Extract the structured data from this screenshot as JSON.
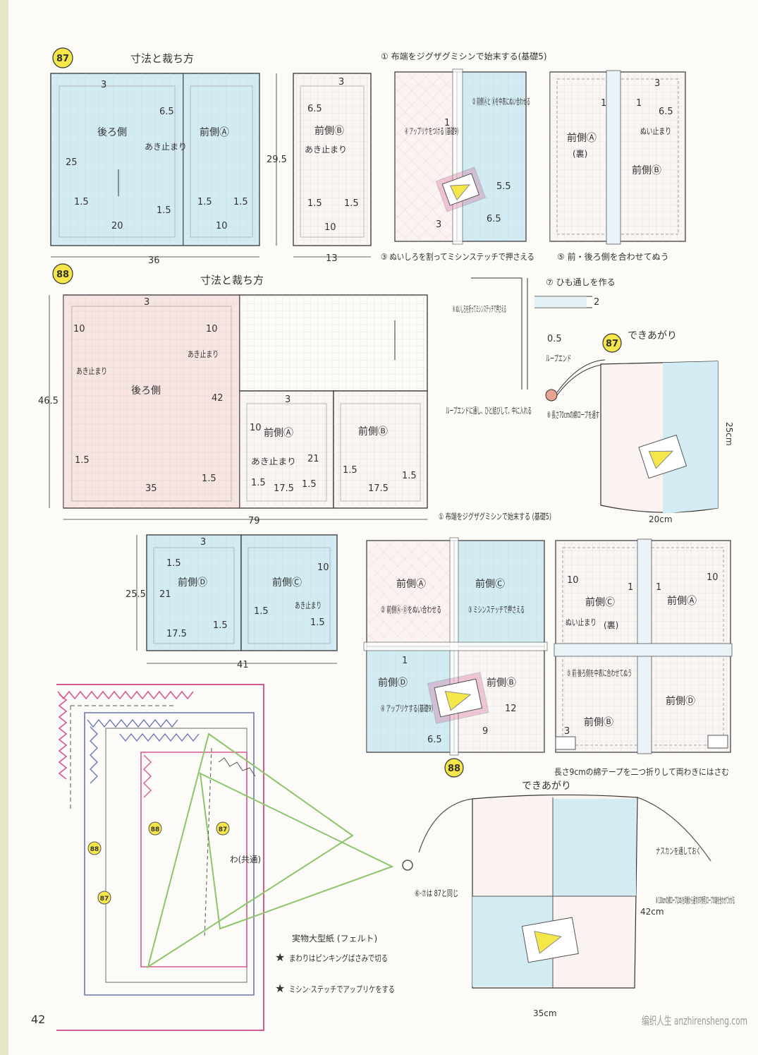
{
  "page_number": "42",
  "watermark": "编织人生 anzhirensheng.com",
  "colors": {
    "blue": "#d3ecf3",
    "pink": "#f8e4e0",
    "badge": "#f5e64a",
    "felt_green": "#8cc56b",
    "felt_pink": "#d55a92",
    "felt_blue": "#6a78b5"
  },
  "p87": {
    "badge": "87",
    "title": "寸法と裁ち方",
    "back": {
      "name": "後ろ側",
      "margin_top": "3",
      "opening_d": "6.5",
      "opening": "あき止まり",
      "side": "25",
      "seam_l": "1.5",
      "seam_r": "1.5",
      "bottom": "20"
    },
    "frontA": {
      "name": "前側Ⓐ",
      "seam_l": "1.5",
      "seam_r": "1.5",
      "bottom": "10"
    },
    "width_total": "36",
    "height_total": "29.5",
    "frontB": {
      "name": "前側Ⓑ",
      "margin_top": "3",
      "opening_d": "6.5",
      "opening": "あき止まり",
      "seam_l": "1.5",
      "seam_r": "1.5",
      "bottom": "10",
      "width": "13"
    },
    "step1": "① 布端をジグザグミシンで始末する(基礎5)",
    "step2": "② 前側Ⓐと Ⓑを中表にぬい合わせる",
    "step3": "③ ぬいしろを割ってミシンステッチで押さえる",
    "step4": "④ アップリケをつける (基礎9)",
    "step5": "⑤ 前・後ろ側を合わせてぬう",
    "step6": "⑥ ぬいしろを折ってミシンステッチで押さえる",
    "step7": "⑦ ひも通しを作る",
    "step8": "⑧ 長さ70cmの綿ロープを通す",
    "loop_end": "ループエンド",
    "loop_note": "ループエンドに通し、ひと結びして、中に入れる",
    "finished": "できあがり",
    "finished_w": "20cm",
    "finished_h": "25cm",
    "dims": {
      "one": "1",
      "five_five": "5.5",
      "six_five": "6.5",
      "three": "3",
      "two": "2",
      "half": "0.5",
      "three2": "3",
      "fa": "前側Ⓐ",
      "fb": "前側Ⓑ",
      "ura": "(裏)",
      "nui": "ぬい止まり",
      "sixfive2": "6.5",
      "one_a": "1",
      "one_b": "1"
    }
  },
  "p88": {
    "badge": "88",
    "title": "寸法と裁ち方",
    "back": {
      "name": "後ろ側",
      "top": "3",
      "left_d": "10",
      "right_d": "10",
      "opening_l": "あき止まり",
      "opening_r": "あき止まり",
      "height": "42",
      "seam": "1.5",
      "seam_r": "1.5",
      "bottom": "35"
    },
    "height_total": "46.5",
    "width_total": "79",
    "frontA": {
      "name": "前側Ⓐ",
      "top": "3",
      "d": "10",
      "opening": "あき止まり",
      "height": "21",
      "seam_l": "1.5",
      "seam_r": "1.5",
      "bottom": "17.5"
    },
    "frontB": {
      "name": "前側Ⓑ",
      "seam_l": "1.5",
      "seam_r": "1.5",
      "bottom": "17.5"
    },
    "frontD": {
      "name": "前側Ⓓ",
      "top": "3",
      "seam_top": "1.5",
      "height": "21",
      "seam_r": "1.5",
      "bottom": "17.5"
    },
    "frontC": {
      "name": "前側Ⓒ",
      "d": "10",
      "opening": "あき止まり",
      "seam_l": "1.5",
      "seam_r": "1.5"
    },
    "dc_height": "25.5",
    "dc_width": "41",
    "step1": "① 布端をジグザグミシンで始末する (基礎5)",
    "step2": "② 前側Ⓐ·Ⓓをぬい合わせる",
    "step3": "③ ミシンステッチで押さえる",
    "step4": "④ アップリケする(基礎9)",
    "step5": "⑤ 前·後ろ側を中表に合わせてぬう",
    "step67": "⑥·⑦は 87と同じ",
    "step8": "⑧ 100cmの綿ロープ(2本)を両側から通す(87参照)ロープの端を合わせてかがる",
    "tape": "長さ9cmの綿テープを二つ折りして両わきにはさむ",
    "nasukan": "ナスカンを通しておく",
    "finished": "できあがり",
    "finished_w": "35cm",
    "finished_h": "42cm",
    "dims": {
      "a": "前側Ⓐ",
      "c": "前側Ⓒ",
      "d": "前側Ⓓ",
      "b": "前側Ⓑ",
      "one": "1",
      "twelve": "12",
      "nine": "9",
      "sixfive": "6.5",
      "ten": "10",
      "ten2": "10",
      "nui": "ぬい止まり",
      "ura": "(裏)",
      "three": "3",
      "one2": "1",
      "one3": "1"
    }
  },
  "pattern": {
    "title": "実物大型紙 (フェルト)",
    "note1": "まわりはピンキングばさみで切る",
    "note2": "ミシン·ステッチでアップリケをする",
    "fold": "わ(共通)",
    "b88": "88",
    "b87": "87",
    "b88b": "88",
    "b87b": "87"
  }
}
